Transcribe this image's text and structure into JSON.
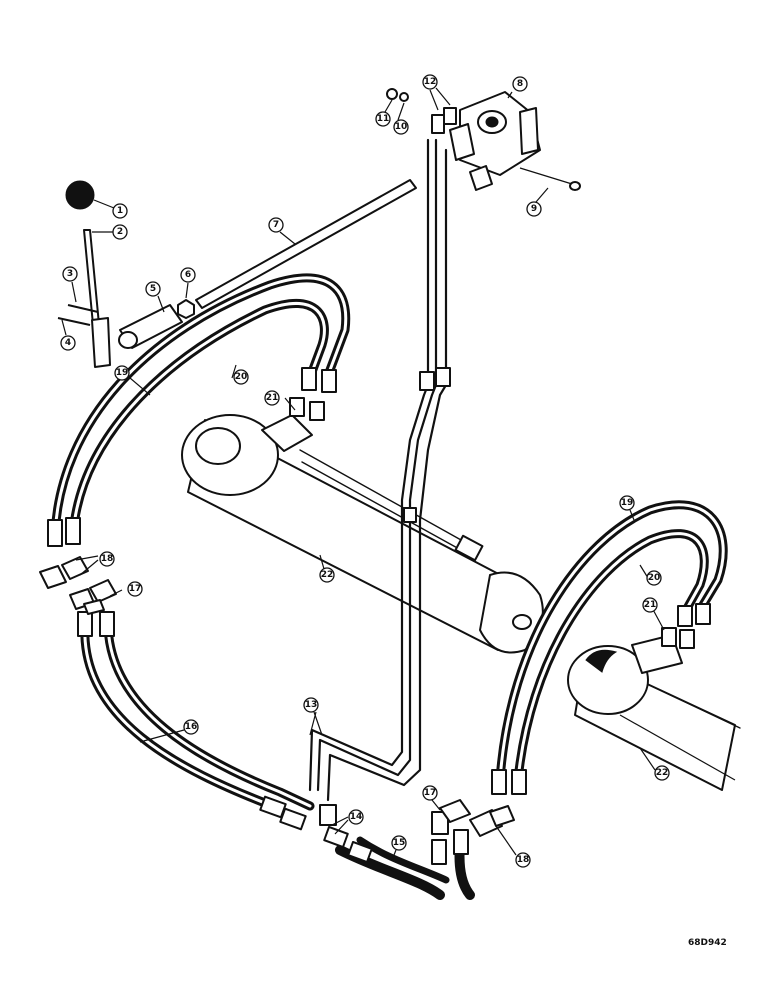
{
  "drawing_number": "68D942",
  "callouts": [
    {
      "id": "c1",
      "label": "1"
    },
    {
      "id": "c2",
      "label": "2"
    },
    {
      "id": "c3",
      "label": "3"
    },
    {
      "id": "c4",
      "label": "4"
    },
    {
      "id": "c5",
      "label": "5"
    },
    {
      "id": "c6",
      "label": "6"
    },
    {
      "id": "c7",
      "label": "7"
    },
    {
      "id": "c8",
      "label": "8"
    },
    {
      "id": "c9",
      "label": "9"
    },
    {
      "id": "c10",
      "label": "10"
    },
    {
      "id": "c11",
      "label": "11"
    },
    {
      "id": "c12",
      "label": "12"
    },
    {
      "id": "c13",
      "label": "13"
    },
    {
      "id": "c14",
      "label": "14"
    },
    {
      "id": "c15",
      "label": "15"
    },
    {
      "id": "c16",
      "label": "16"
    },
    {
      "id": "c17a",
      "label": "17"
    },
    {
      "id": "c17b",
      "label": "17"
    },
    {
      "id": "c18a",
      "label": "18"
    },
    {
      "id": "c18b",
      "label": "18"
    },
    {
      "id": "c19a",
      "label": "19"
    },
    {
      "id": "c19b",
      "label": "19"
    },
    {
      "id": "c20a",
      "label": "20"
    },
    {
      "id": "c20b",
      "label": "20"
    },
    {
      "id": "c21a",
      "label": "21"
    },
    {
      "id": "c21b",
      "label": "21"
    },
    {
      "id": "c22a",
      "label": "22"
    },
    {
      "id": "c22b",
      "label": "22"
    }
  ]
}
